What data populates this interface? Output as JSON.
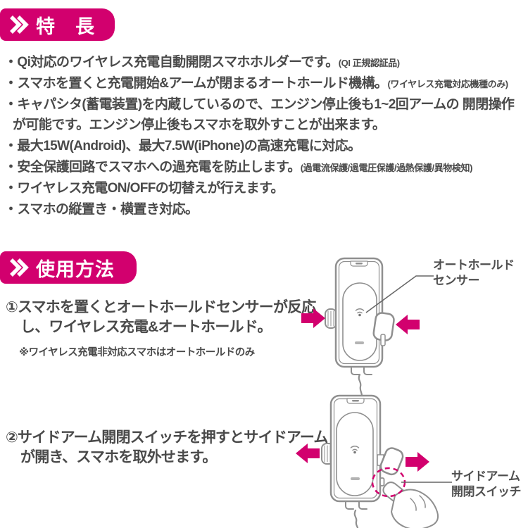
{
  "accent_color": "#d2006e",
  "text_color": "#4a4a4a",
  "line_color": "#8f8f8f",
  "icons": {
    "section_marker": "double-chevron-right-icon",
    "arrows": "solid-magenta-arrow",
    "wireless_mark": "wireless-charging-icon"
  },
  "features": {
    "title": "特　長",
    "items": [
      {
        "text": "・Qi対応のワイヤレス充電自動開閉スマホホルダーです。",
        "note": "(QI 正規認証品)"
      },
      {
        "text": "・スマホを置くと充電開始&アームが閉まるオートホールド機構。",
        "note": "(ワイヤレス充電対応機種のみ)"
      },
      {
        "text": "・キャパシタ(蓄電装置)を内蔵しているので、エンジン停止後も1~2回アームの 開閉操作が可能です。エンジン停止後もスマホを取外すことが出来ます。",
        "note": ""
      },
      {
        "text": "・最大15W(Android)、最大7.5W(iPhone)の高速充電に対応。",
        "note": ""
      },
      {
        "text": "・安全保護回路でスマホへの過充電を防止します。",
        "note": "(過電流保護/過電圧保護/過熱保護/異物検知)"
      },
      {
        "text": "・ワイヤレス充電ON/OFFの切替えが行えます。",
        "note": ""
      },
      {
        "text": "・スマホの縦置き・横置き対応。",
        "note": ""
      }
    ]
  },
  "usage": {
    "title": "使用方法",
    "step1": {
      "text": "①スマホを置くとオートホールドセンサーが反応し、ワイヤレス充電&オートホールド。",
      "note": "※ワイヤレス充電非対応スマホはオートホールドのみ"
    },
    "step2": {
      "text": "②サイドアーム開閉スイッチを押すとサイドアームが開き、スマホを取外せます。"
    },
    "callouts": {
      "auto_hold_sensor": [
        "オートホールド",
        "センサー"
      ],
      "side_arm_switch": [
        "サイドアーム",
        "開閉スイッチ"
      ]
    }
  }
}
